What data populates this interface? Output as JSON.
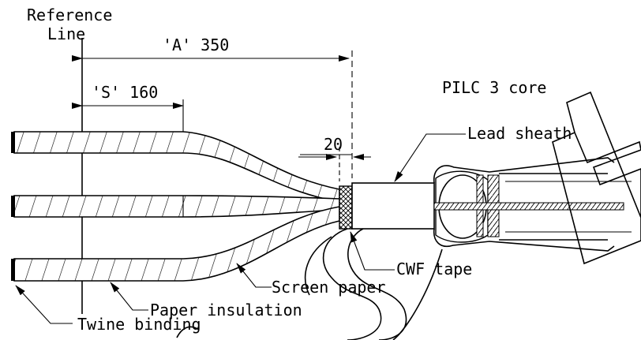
{
  "labels": {
    "reference_line_1": "Reference",
    "reference_line_2": "Line",
    "dim_a": "'A' 350",
    "dim_s": "'S' 160",
    "dim_20": "20",
    "pilc": "PILC 3 core",
    "lead_sheath": "Lead sheath",
    "cwf_tape": "CWF tape",
    "screen_paper": "Screen paper",
    "paper_insulation": "Paper insulation",
    "twine_binding": "Twine binding"
  },
  "colors": {
    "line": "#000000",
    "background": "#ffffff"
  }
}
